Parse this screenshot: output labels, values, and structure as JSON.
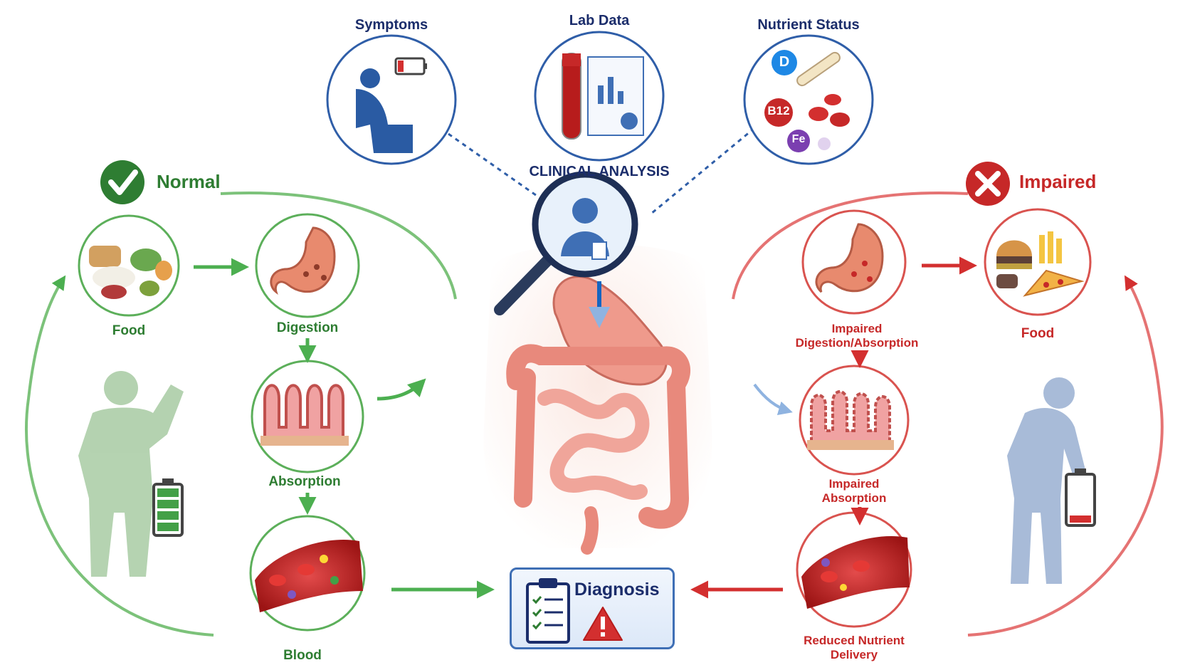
{
  "top_panels": {
    "symptoms": "Symptoms",
    "lab_data": "Lab Data",
    "nutrient_status": "Nutrient Status",
    "clinical_analysis": "CLINICAL ANALYSIS"
  },
  "nutrients": {
    "d": "D",
    "b12": "B12",
    "fe": "Fe"
  },
  "normal": {
    "title": "Normal",
    "food": "Food",
    "digestion": "Digestion",
    "absorption": "Absorption",
    "blood": "Blood"
  },
  "impaired": {
    "title": "Impaired",
    "food": "Food",
    "digestion_line1": "Impaired",
    "digestion_line2": "Digestion/Absorption",
    "absorption_line1": "Impaired",
    "absorption_line2": "Absorption",
    "delivery_line1": "Reduced Nutrient",
    "delivery_line2": "Delivery"
  },
  "diagnosis": {
    "label": "Diagnosis"
  },
  "colors": {
    "normal": "#2e7d32",
    "impaired": "#c62828",
    "clinical": "#1b2d6b",
    "accent_blue": "#3f6fb5"
  },
  "icons": [
    "check-icon",
    "x-icon",
    "magnifier-icon",
    "battery-full-icon",
    "battery-low-icon",
    "warning-icon",
    "clipboard-icon"
  ]
}
